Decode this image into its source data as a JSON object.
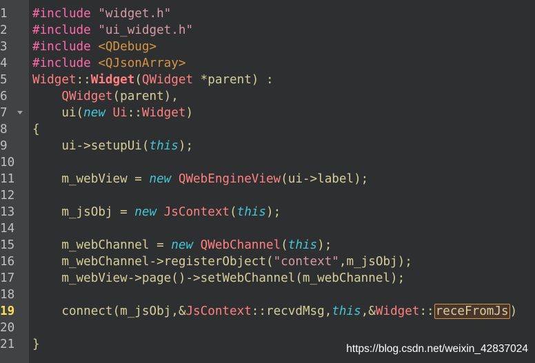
{
  "colors": {
    "background": "#2e2f30",
    "gutter": "#404244",
    "line_number": "#bec0c2",
    "current_line_number": "#ffde56",
    "preprocessor": "#ff6aad",
    "string": "#d69aa7",
    "keyword_italic": "#45c6d6",
    "type_name": "#ff8080",
    "text": "#d6cf9a",
    "highlight_box": "#d69545"
  },
  "watermark": "https://blog.csdn.net/weixin_42837024",
  "current_line": 19,
  "lines": [
    {
      "num": "1",
      "fold": false,
      "segments": [
        {
          "t": "#include ",
          "c": "#ff6aad"
        },
        {
          "t": "\"widget.h\"",
          "c": "#d69aa7"
        }
      ]
    },
    {
      "num": "2",
      "fold": false,
      "segments": [
        {
          "t": "#include ",
          "c": "#ff6aad"
        },
        {
          "t": "\"ui_widget.h\"",
          "c": "#d69aa7"
        }
      ]
    },
    {
      "num": "3",
      "fold": false,
      "segments": [
        {
          "t": "#include ",
          "c": "#ff6aad"
        },
        {
          "t": "<QDebug>",
          "c": "#d69545"
        }
      ]
    },
    {
      "num": "4",
      "fold": false,
      "segments": [
        {
          "t": "#include ",
          "c": "#ff6aad"
        },
        {
          "t": "<QJsonArray>",
          "c": "#d69545"
        }
      ]
    },
    {
      "num": "5",
      "fold": false,
      "segments": [
        {
          "t": "Widget",
          "c": "#ff8080"
        },
        {
          "t": "::",
          "c": "#d6cf9a"
        },
        {
          "t": "Widget",
          "c": "#ff8080",
          "b": true
        },
        {
          "t": "(",
          "c": "#d6cf9a"
        },
        {
          "t": "QWidget",
          "c": "#ff8080"
        },
        {
          "t": " *parent) :",
          "c": "#d6cf9a"
        }
      ]
    },
    {
      "num": "6",
      "fold": false,
      "segments": [
        {
          "t": "    ",
          "c": "#d6cf9a"
        },
        {
          "t": "QWidget",
          "c": "#ff8080"
        },
        {
          "t": "(parent),",
          "c": "#d6cf9a"
        }
      ]
    },
    {
      "num": "7",
      "fold": true,
      "segments": [
        {
          "t": "    ui(",
          "c": "#d6cf9a"
        },
        {
          "t": "new",
          "c": "#45c6d6",
          "i": true
        },
        {
          "t": " ",
          "c": "#d6cf9a"
        },
        {
          "t": "Ui",
          "c": "#ff8080"
        },
        {
          "t": "::",
          "c": "#d6cf9a"
        },
        {
          "t": "Widget",
          "c": "#ff8080"
        },
        {
          "t": ")",
          "c": "#d6cf9a"
        }
      ]
    },
    {
      "num": "8",
      "fold": false,
      "segments": [
        {
          "t": "{",
          "c": "#d6cf9a"
        }
      ]
    },
    {
      "num": "9",
      "fold": false,
      "segments": [
        {
          "t": "    ui->setupUi(",
          "c": "#d6cf9a"
        },
        {
          "t": "this",
          "c": "#45c6d6",
          "i": true
        },
        {
          "t": ");",
          "c": "#d6cf9a"
        }
      ]
    },
    {
      "num": "10",
      "fold": false,
      "segments": []
    },
    {
      "num": "11",
      "fold": false,
      "segments": [
        {
          "t": "    m_webView = ",
          "c": "#d6cf9a"
        },
        {
          "t": "new",
          "c": "#45c6d6",
          "i": true
        },
        {
          "t": " ",
          "c": "#d6cf9a"
        },
        {
          "t": "QWebEngineView",
          "c": "#ff8080"
        },
        {
          "t": "(ui->label);",
          "c": "#d6cf9a"
        }
      ]
    },
    {
      "num": "12",
      "fold": false,
      "segments": []
    },
    {
      "num": "13",
      "fold": false,
      "segments": [
        {
          "t": "    m_jsObj = ",
          "c": "#d6cf9a"
        },
        {
          "t": "new",
          "c": "#45c6d6",
          "i": true
        },
        {
          "t": " ",
          "c": "#d6cf9a"
        },
        {
          "t": "JsContext",
          "c": "#ff8080"
        },
        {
          "t": "(",
          "c": "#d6cf9a"
        },
        {
          "t": "this",
          "c": "#45c6d6",
          "i": true
        },
        {
          "t": ");",
          "c": "#d6cf9a"
        }
      ]
    },
    {
      "num": "14",
      "fold": false,
      "segments": []
    },
    {
      "num": "15",
      "fold": false,
      "segments": [
        {
          "t": "    m_webChannel = ",
          "c": "#d6cf9a"
        },
        {
          "t": "new",
          "c": "#45c6d6",
          "i": true
        },
        {
          "t": " ",
          "c": "#d6cf9a"
        },
        {
          "t": "QWebChannel",
          "c": "#ff8080"
        },
        {
          "t": "(",
          "c": "#d6cf9a"
        },
        {
          "t": "this",
          "c": "#45c6d6",
          "i": true
        },
        {
          "t": ");",
          "c": "#d6cf9a"
        }
      ]
    },
    {
      "num": "16",
      "fold": false,
      "segments": [
        {
          "t": "    m_webChannel->registerObject(",
          "c": "#d6cf9a"
        },
        {
          "t": "\"context\"",
          "c": "#d69aa7"
        },
        {
          "t": ",m_jsObj);",
          "c": "#d6cf9a"
        }
      ]
    },
    {
      "num": "17",
      "fold": false,
      "segments": [
        {
          "t": "    m_webView->page()->setWebChannel(m_webChannel);",
          "c": "#d6cf9a"
        }
      ]
    },
    {
      "num": "18",
      "fold": false,
      "segments": []
    },
    {
      "num": "19",
      "fold": false,
      "segments": [
        {
          "t": "    connect(m_jsObj,&",
          "c": "#d6cf9a"
        },
        {
          "t": "JsContext",
          "c": "#ff8080"
        },
        {
          "t": "::recvdMsg,",
          "c": "#d6cf9a"
        },
        {
          "t": "this",
          "c": "#45c6d6",
          "i": true
        },
        {
          "t": ",&",
          "c": "#d6cf9a"
        },
        {
          "t": "Widget",
          "c": "#ff8080"
        },
        {
          "t": "::",
          "c": "#d6cf9a"
        },
        {
          "t": "receFromJs",
          "c": "#d6cf9a",
          "box": true
        },
        {
          "t": ")",
          "c": "#d6cf9a"
        }
      ]
    },
    {
      "num": "20",
      "fold": false,
      "segments": []
    },
    {
      "num": "21",
      "fold": false,
      "segments": [
        {
          "t": "}",
          "c": "#d6cf9a"
        }
      ]
    }
  ]
}
